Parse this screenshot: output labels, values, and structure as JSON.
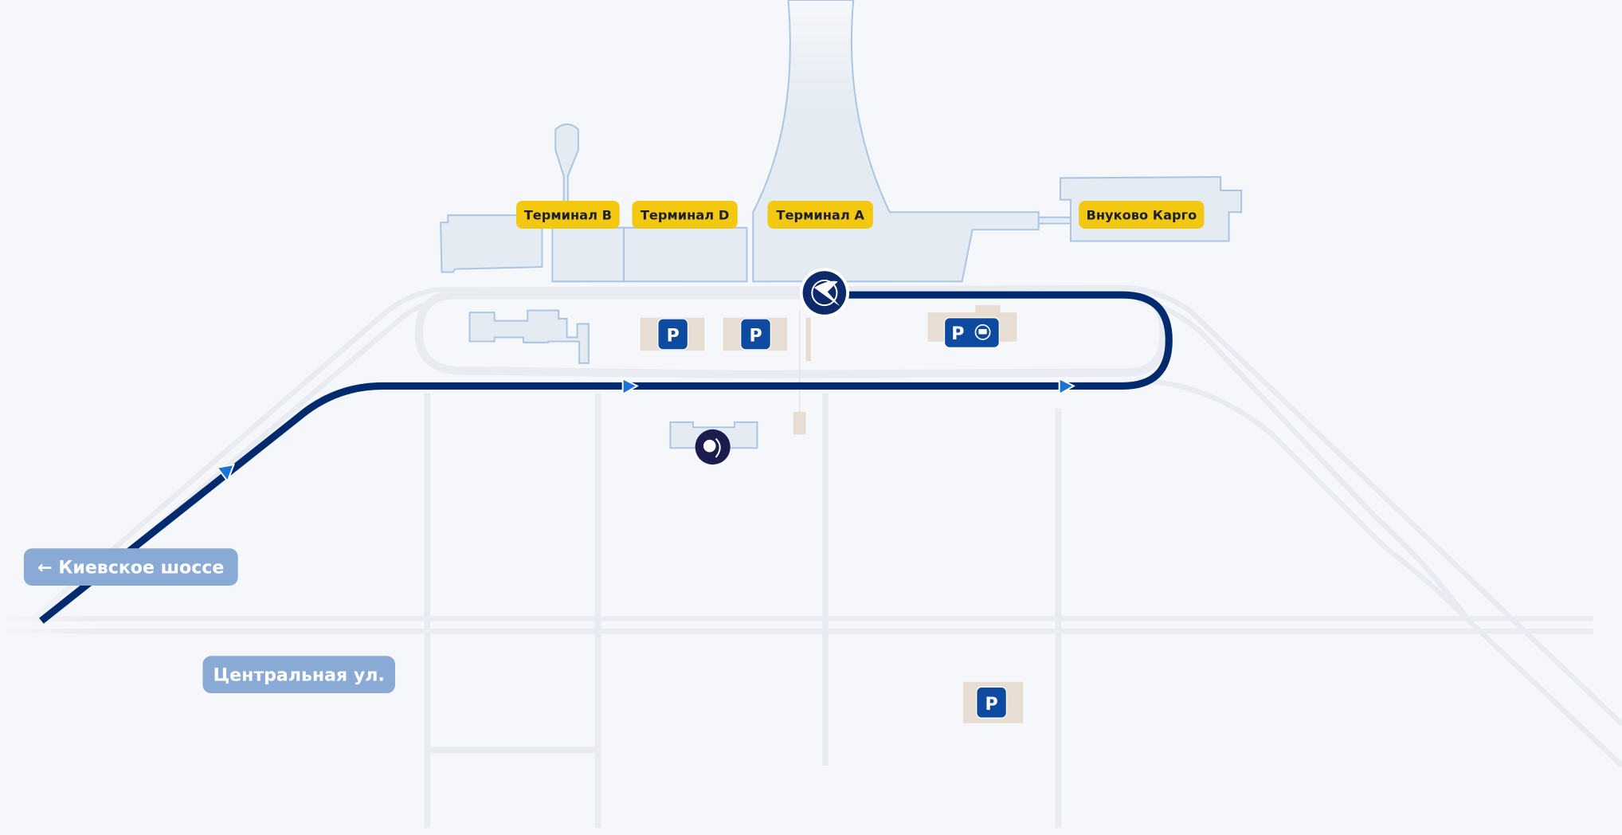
{
  "terminals": [
    {
      "label": "Терминал B"
    },
    {
      "label": "Терминал D"
    },
    {
      "label": "Терминал A"
    },
    {
      "label": "Внуково Карго"
    }
  ],
  "roads": {
    "kievskoe": "← Киевское шоссе",
    "central": "Центральная ул."
  },
  "parking": {
    "symbol": "P"
  },
  "colors": {
    "route": "#002a6e",
    "label_yellow": "#f2c811",
    "road_label": "#8aaad6",
    "building_fill": "#e4ebf3",
    "building_stroke": "#a9c5e3",
    "parking_blue": "#0d4aa0"
  }
}
